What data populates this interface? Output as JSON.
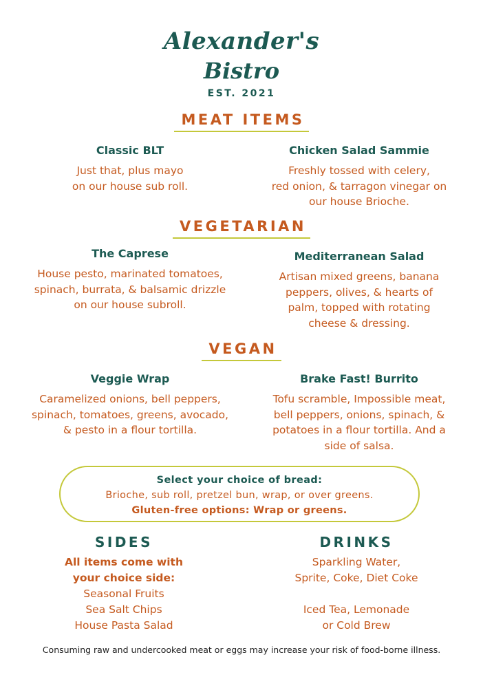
{
  "header": {
    "logo_line1": "Alexander's",
    "logo_line2": "Bistro",
    "est": "EST. 2021"
  },
  "sections": {
    "meat": {
      "title": "MEAT ITEMS",
      "items": [
        {
          "name": "Classic BLT",
          "lines": [
            "Just that, plus mayo",
            "on our house sub roll."
          ]
        },
        {
          "name": "Chicken Salad Sammie",
          "lines": [
            "Freshly tossed with celery,",
            "red onion, & tarragon vinegar on",
            "our house Brioche."
          ]
        }
      ]
    },
    "vegetarian": {
      "title": "VEGETARIAN",
      "items": [
        {
          "name": "The Caprese",
          "lines": [
            "House pesto, marinated tomatoes,",
            "spinach, burrata, & balsamic drizzle",
            "on our house subroll."
          ]
        },
        {
          "name": "Mediterranean Salad",
          "lines": [
            "Artisan mixed greens, banana",
            "peppers, olives, & hearts of",
            "palm, topped with rotating",
            "cheese & dressing."
          ]
        }
      ]
    },
    "vegan": {
      "title": "VEGAN",
      "items": [
        {
          "name": "Veggie Wrap",
          "lines": [
            "Caramelized onions, bell peppers,",
            "spinach, tomatoes, greens, avocado,",
            "& pesto in a flour tortilla."
          ]
        },
        {
          "name": "Brake Fast! Burrito",
          "lines": [
            "Tofu scramble, Impossible meat,",
            "bell peppers, onions, spinach, &",
            "potatoes in a flour tortilla. And a",
            "side of salsa."
          ]
        }
      ]
    }
  },
  "bread": {
    "title": "Select your choice of bread:",
    "options": "Brioche, sub roll, pretzel bun, wrap, or over greens.",
    "gluten_free": "Gluten-free options: Wrap or greens."
  },
  "sides": {
    "title": "SIDES",
    "note_line1": "All items come with",
    "note_line2": "your choice side:",
    "items": [
      "Seasonal Fruits",
      "Sea Salt Chips",
      "House Pasta Salad"
    ]
  },
  "drinks": {
    "title": "DRINKS",
    "items": [
      "Sparkling Water,",
      "Sprite, Coke, Diet Coke",
      "Iced Tea, Lemonade",
      "or Cold Brew"
    ]
  },
  "disclaimer": "Consuming raw and undercooked meat or eggs may increase your risk of food-borne illness.",
  "colors": {
    "teal": "#1c5a52",
    "orange": "#c55a1f",
    "accent_line": "#c4c83a"
  }
}
